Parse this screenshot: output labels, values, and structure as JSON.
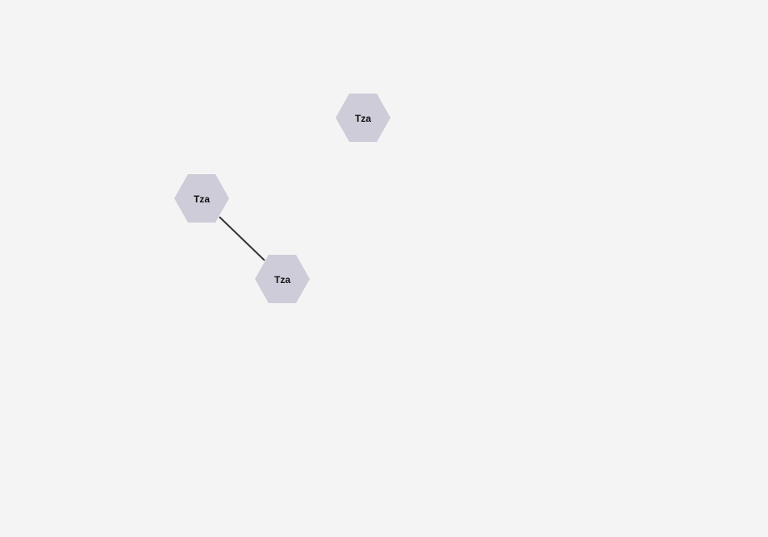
{
  "colors": {
    "background": "#f4f4f4",
    "node_fill": "#cdccd8",
    "edge_stroke": "#333333",
    "label_color": "#111111"
  },
  "diagram": {
    "nodes": [
      {
        "id": "n1",
        "label": "Tza",
        "shape": "hexagon"
      },
      {
        "id": "n2",
        "label": "Tza",
        "shape": "hexagon"
      },
      {
        "id": "n3",
        "label": "Tza",
        "shape": "hexagon"
      }
    ],
    "edges": [
      {
        "from": "n2",
        "to": "n3"
      }
    ]
  }
}
